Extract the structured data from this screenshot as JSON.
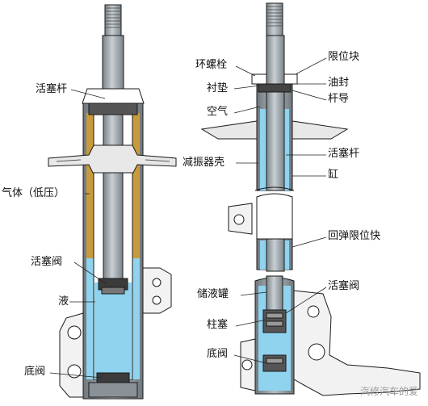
{
  "diagram": {
    "left_labels": {
      "piston_rod": "活塞杆",
      "gas_low_pressure": "气体（低压）",
      "piston_valve": "活塞阀",
      "liquid": "液",
      "base_valve": "底阀"
    },
    "right_labels": {
      "ring_bolt": "环螺栓",
      "bushing": "衬垫",
      "air": "空气",
      "shock_housing": "减振器壳",
      "stop_block": "限位块",
      "oil_seal": "油封",
      "rod_guide": "杆导",
      "piston_rod": "活塞杆",
      "cylinder": "缸",
      "rebound_stop": "回弹限位快",
      "reservoir": "储液罐",
      "piston_valve": "活塞阀",
      "plunger": "柱塞",
      "base_valve": "底阀"
    },
    "watermark": "汽修汽车的爱"
  },
  "colors": {
    "metal": "#9aa2a8",
    "metal_dark": "#6e767c",
    "fluid": "#8fd3ee",
    "gas": "#c99a3b",
    "outline": "#1a1a1a"
  }
}
